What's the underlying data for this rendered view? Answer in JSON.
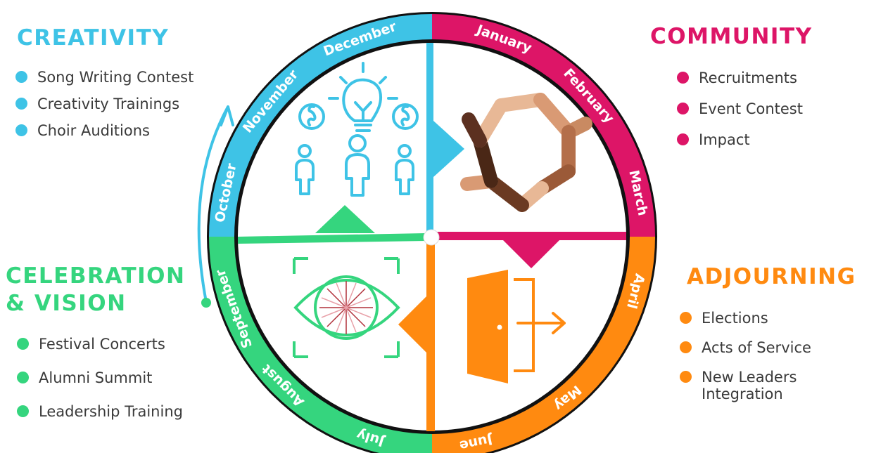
{
  "colors": {
    "creativity": "#3ec3e6",
    "community": "#dd1567",
    "celebration": "#35d57e",
    "adjourning": "#ff8a10",
    "ring": "#111111"
  },
  "creativity": {
    "title": "CREATIVITY",
    "items": [
      "Song Writing Contest",
      "Creativity Trainings",
      "Choir Auditions"
    ]
  },
  "community": {
    "title": "COMMUNITY",
    "items": [
      "Recruitments",
      "Event Contest",
      "Impact"
    ]
  },
  "celebration": {
    "title_line1": "CELEBRATION",
    "title_line2": "& VISION",
    "items": [
      "Festival Concerts",
      "Alumni Summit",
      "Leadership Training"
    ]
  },
  "adjourning": {
    "title": "ADJOURNING",
    "items": [
      "Elections",
      "Acts of Service",
      "New Leaders Integration"
    ]
  },
  "months": [
    "January",
    "February",
    "March",
    "April",
    "May",
    "June",
    "July",
    "August",
    "September",
    "October",
    "November",
    "December"
  ],
  "icons": {
    "creativity": "idea-people-music-icon",
    "community": "joined-hands-icon",
    "celebration": "eye-fireworks-icon",
    "adjourning": "exit-door-icon"
  }
}
